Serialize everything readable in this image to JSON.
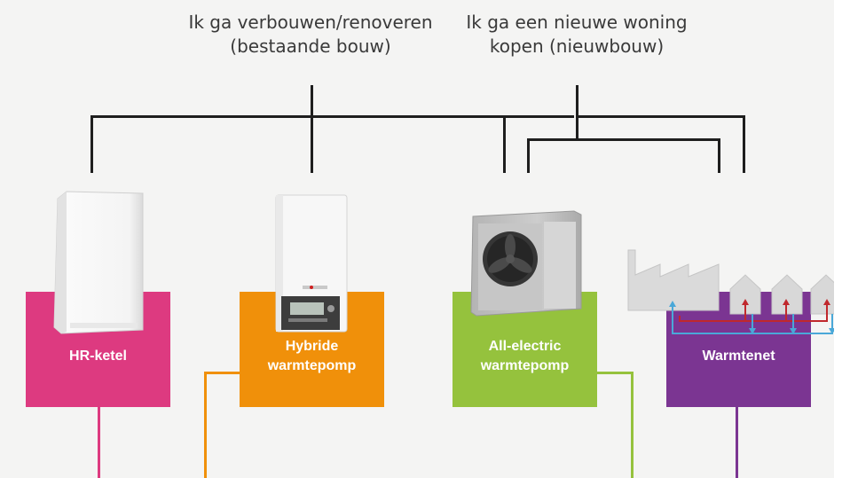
{
  "questions": {
    "renovate_line1": "Ik ga verbouwen/renoveren",
    "renovate_line2": "(bestaande bouw)",
    "newbuild_line1": "Ik ga een nieuwe woning",
    "newbuild_line2": "kopen (nieuwbouw)"
  },
  "options": {
    "hr_ketel": {
      "label": "HR-ketel",
      "color": "#dd3a80"
    },
    "hybride": {
      "line1": "Hybride",
      "line2": "warmtepomp",
      "color": "#f0900a"
    },
    "all_electric": {
      "line1": "All-electric",
      "line2": "warmtepomp",
      "color": "#95c23d"
    },
    "warmtenet": {
      "label": "Warmtenet",
      "color": "#7b3592"
    }
  },
  "icons": {
    "hr_ketel": "boiler-icon",
    "hybride": "hybrid-heat-pump-icon",
    "all_electric": "outdoor-heat-pump-icon",
    "warmtenet": "district-heating-network-icon"
  },
  "colors": {
    "background": "#f4f4f3",
    "connector": "#1e1e1e",
    "supply_pipe": "#c0282d",
    "return_pipe": "#4aa8d8"
  }
}
